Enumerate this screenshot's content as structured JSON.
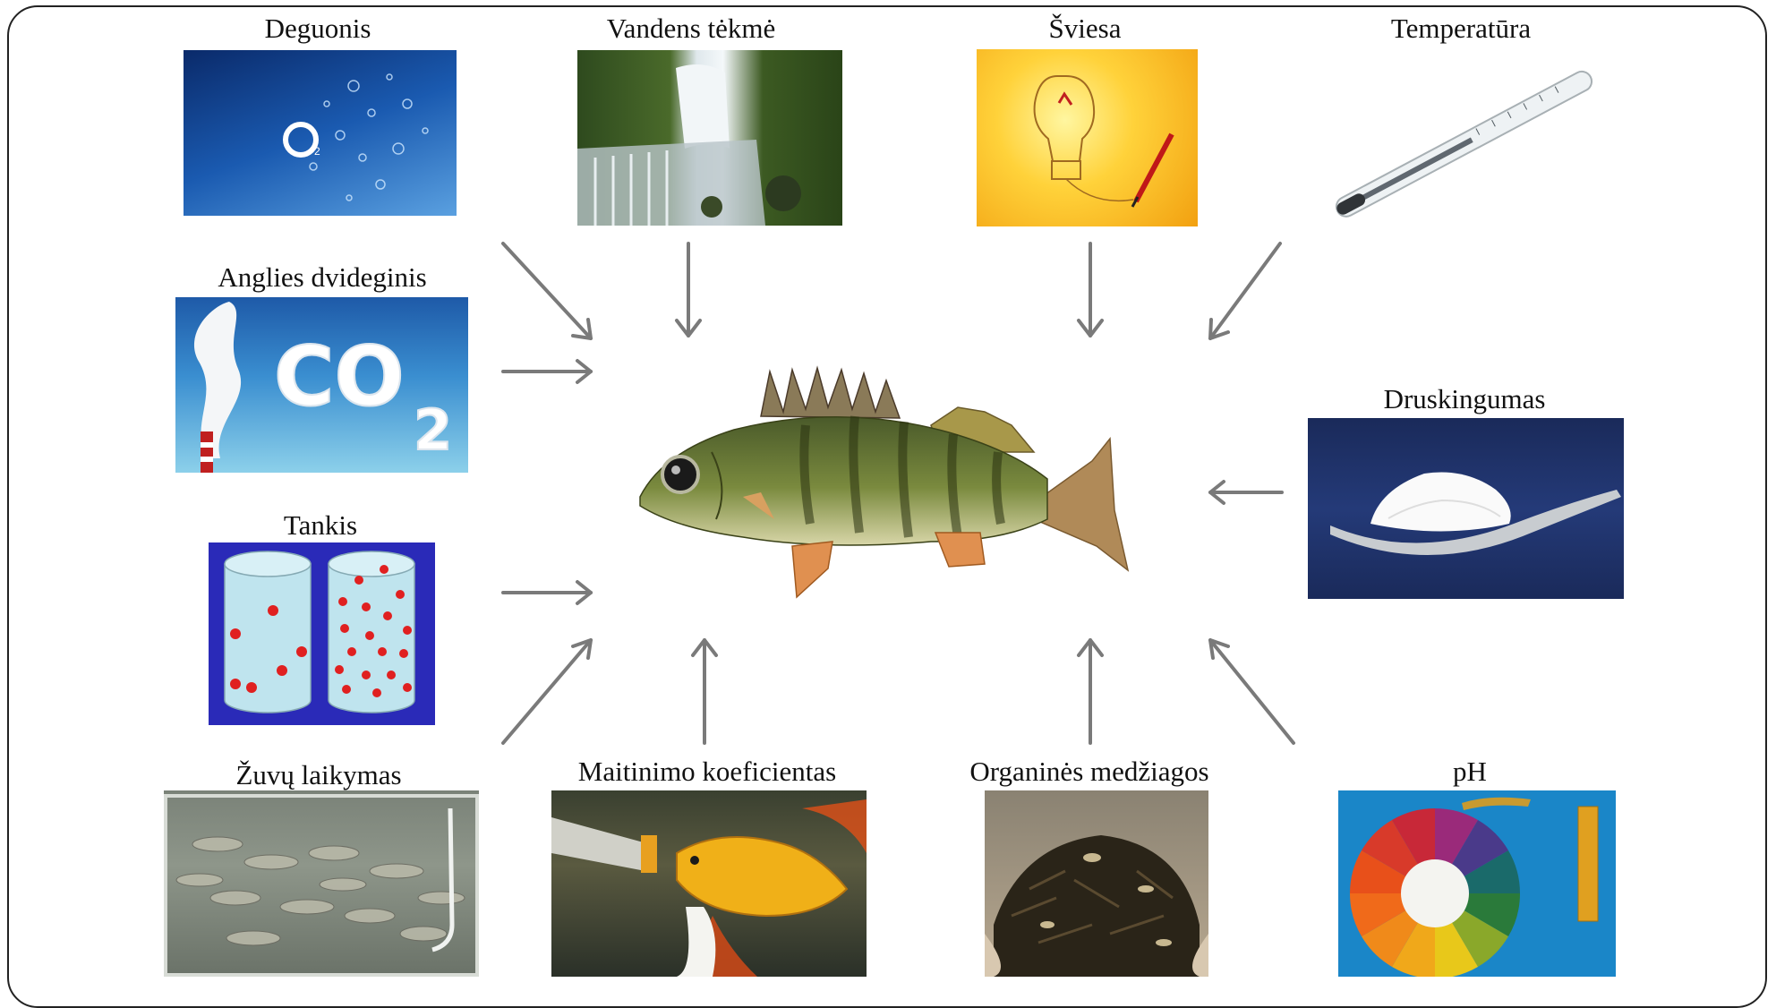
{
  "factors": {
    "oxygen": {
      "label": "Deguonis",
      "image_text": "O"
    },
    "water_flow": {
      "label": "Vandens tėkmė"
    },
    "light": {
      "label": "Šviesa"
    },
    "temperature": {
      "label": "Temperatūra"
    },
    "co2": {
      "label": "Anglies dvideginis",
      "image_text": "CO"
    },
    "salinity": {
      "label": "Druskingumas"
    },
    "density": {
      "label": "Tankis"
    },
    "stocking": {
      "label": "Žuvų laikymas"
    },
    "feeding": {
      "label": "Maitinimo koeficientas"
    },
    "organic": {
      "label": "Organinės medžiagos"
    },
    "ph": {
      "label": "pH"
    }
  },
  "center": {
    "name": "fish"
  },
  "colors": {
    "arrow": "#7a7a7a",
    "frame": "#222222",
    "density_bg": "#2a2ab8",
    "dot": "#e02020"
  }
}
